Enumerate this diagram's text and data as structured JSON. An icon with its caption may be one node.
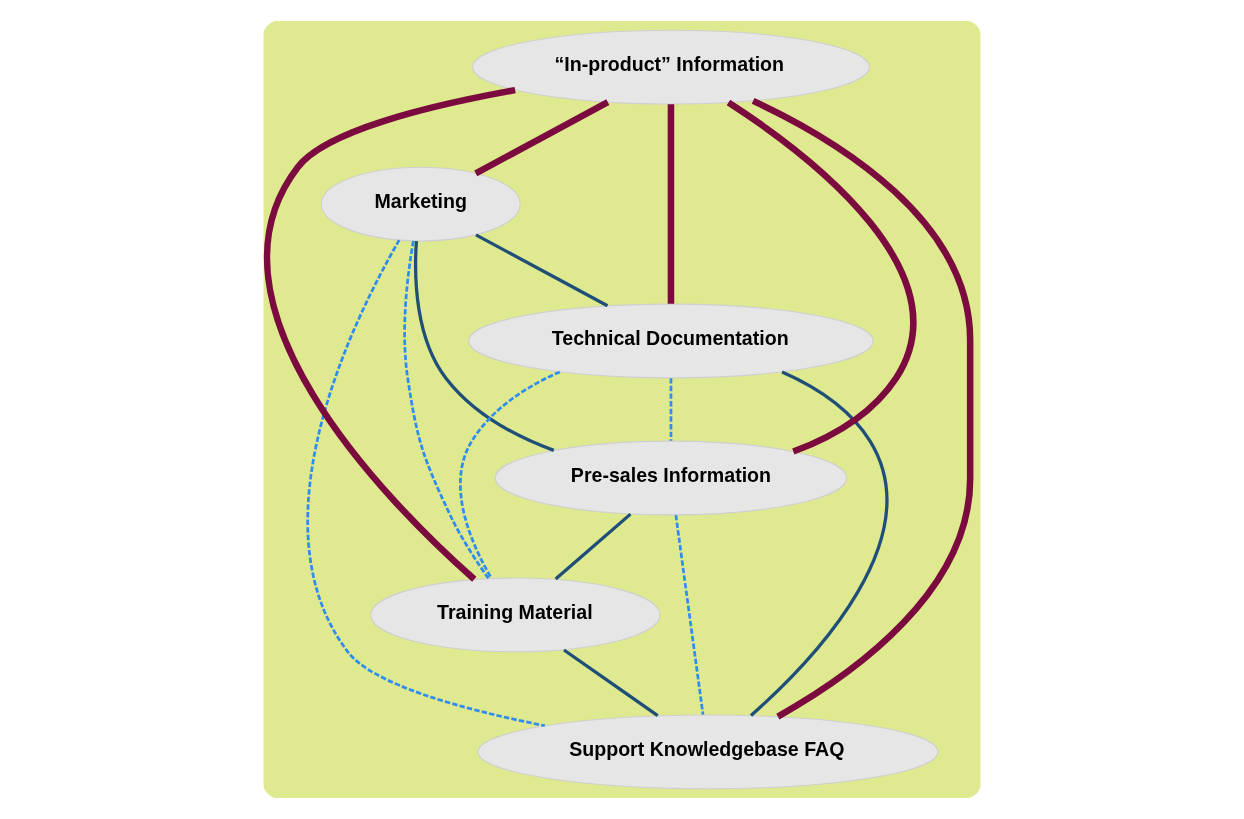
{
  "diagram": {
    "nodes": [
      {
        "text": [],
        "shape": "cloud"
      },
      {
        "text": [
          "Marketing"
        ],
        "in": 0
      },
      {
        "text": [
          "Technical Documentation"
        ],
        "in": 0
      },
      {
        "text": [
          "“In-product” Information"
        ],
        "in": 0
      },
      {
        "text": [
          "Pre-sales Information"
        ],
        "in": 0
      },
      {
        "text": [
          "Training Material"
        ],
        "in": 0
      },
      {
        "text": [
          "Support Knowledgebase FAQ"
        ],
        "in": 0
      }
    ],
    "edges": [
      {
        "from": 1,
        "to": 2,
        "arrow": "none",
        "color": "#1f4e79"
      },
      {
        "from": 1,
        "to": 4,
        "arrow": "none",
        "color": "#1f4e79"
      },
      {
        "from": 4,
        "to": 5,
        "arrow": "none",
        "color": "#1f4e79"
      },
      {
        "from": 5,
        "to": 6,
        "arrow": "none",
        "color": "#1f4e79"
      },
      {
        "from": 2,
        "to": 6,
        "arrow": "none",
        "color": "#1f4e79"
      },
      {
        "from": 3,
        "to": 1,
        "arrow": "none",
        "style": "thick",
        "color": "#7b0a3f"
      },
      {
        "from": 3,
        "to": 2,
        "arrow": "none",
        "style": "thick",
        "color": "#7b0a3f"
      },
      {
        "from": 3,
        "to": 4,
        "arrow": "none",
        "style": "thick",
        "color": "#7b0a3f"
      },
      {
        "from": 3,
        "to": 5,
        "arrow": "none",
        "style": "thick",
        "color": "#7b0a3f"
      },
      {
        "from": 3,
        "to": 6,
        "arrow": "none",
        "style": "thick",
        "color": "#7b0a3f"
      },
      {
        "from": 1,
        "to": 6,
        "arrow": "none",
        "style": "dashed",
        "color": "#2f8cf0"
      },
      {
        "from": 2,
        "to": 4,
        "arrow": "none",
        "style": "dashed",
        "color": "#2f8cf0"
      },
      {
        "from": 1,
        "to": 5,
        "arrow": "none",
        "style": "dashed",
        "color": "#2f8cf0"
      },
      {
        "from": 4,
        "to": 6,
        "arrow": "none",
        "style": "dashed",
        "color": "#2f8cf0"
      },
      {
        "from": 2,
        "to": 5,
        "arrow": "none",
        "style": "dashed",
        "color": "#2f8cf0"
      }
    ]
  }
}
